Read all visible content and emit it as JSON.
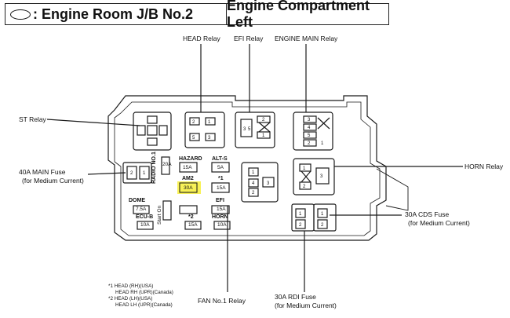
{
  "header": {
    "left_title": ": Engine Room J/B No.2",
    "right_title": "Engine Compartment Left"
  },
  "callouts": {
    "head_relay": "HEAD Relay",
    "efi_relay": "EFI Relay",
    "engine_main_relay": "ENGINE MAIN Relay",
    "st_relay": "ST Relay",
    "main_fuse_line1": "40A MAIN Fuse",
    "main_fuse_line2": "(for Medium Current)",
    "horn_relay": "HORN Relay",
    "cds_fuse_line1": "30A CDS Fuse",
    "cds_fuse_line2": "(for Medium Current)",
    "fan_relay": "FAN No.1 Relay",
    "rdi_fuse_line1": "30A RDI Fuse",
    "rdi_fuse_line2": "(for Medium Current)"
  },
  "fuses": {
    "hazard": "HAZARD",
    "hazard_rating": "15A",
    "alts": "ALT-S",
    "alts_rating": "5A",
    "radio": "RADIO NO.1",
    "radio_rating": "20A",
    "am2": "AM2",
    "am2_rating": "30A",
    "star1": "*1",
    "star1_rating": "15A",
    "dome": "DOME",
    "dome_rating": "7.5A",
    "starter": "Start On",
    "efi": "EFI",
    "efi_rating": "15A",
    "ecub": "ECU-B",
    "ecub_rating": "10A",
    "star2": "*2",
    "star2_rating": "15A",
    "horn": "HORN",
    "horn_rating": "10A"
  },
  "footnotes": {
    "l1": "*1 HEAD (RH)(USA)",
    "l2": "HEAD RH (UPR)(Canada)",
    "l3": "*2 HEAD (LH)(USA)",
    "l4": "HEAD LH (UPR)(Canada)"
  },
  "pins": {
    "p1": "1",
    "p2": "2",
    "p3": "3",
    "p4": "4",
    "p5": "5"
  },
  "colors": {
    "highlight": "#f7ef3a",
    "ink": "#1a1a1a"
  }
}
